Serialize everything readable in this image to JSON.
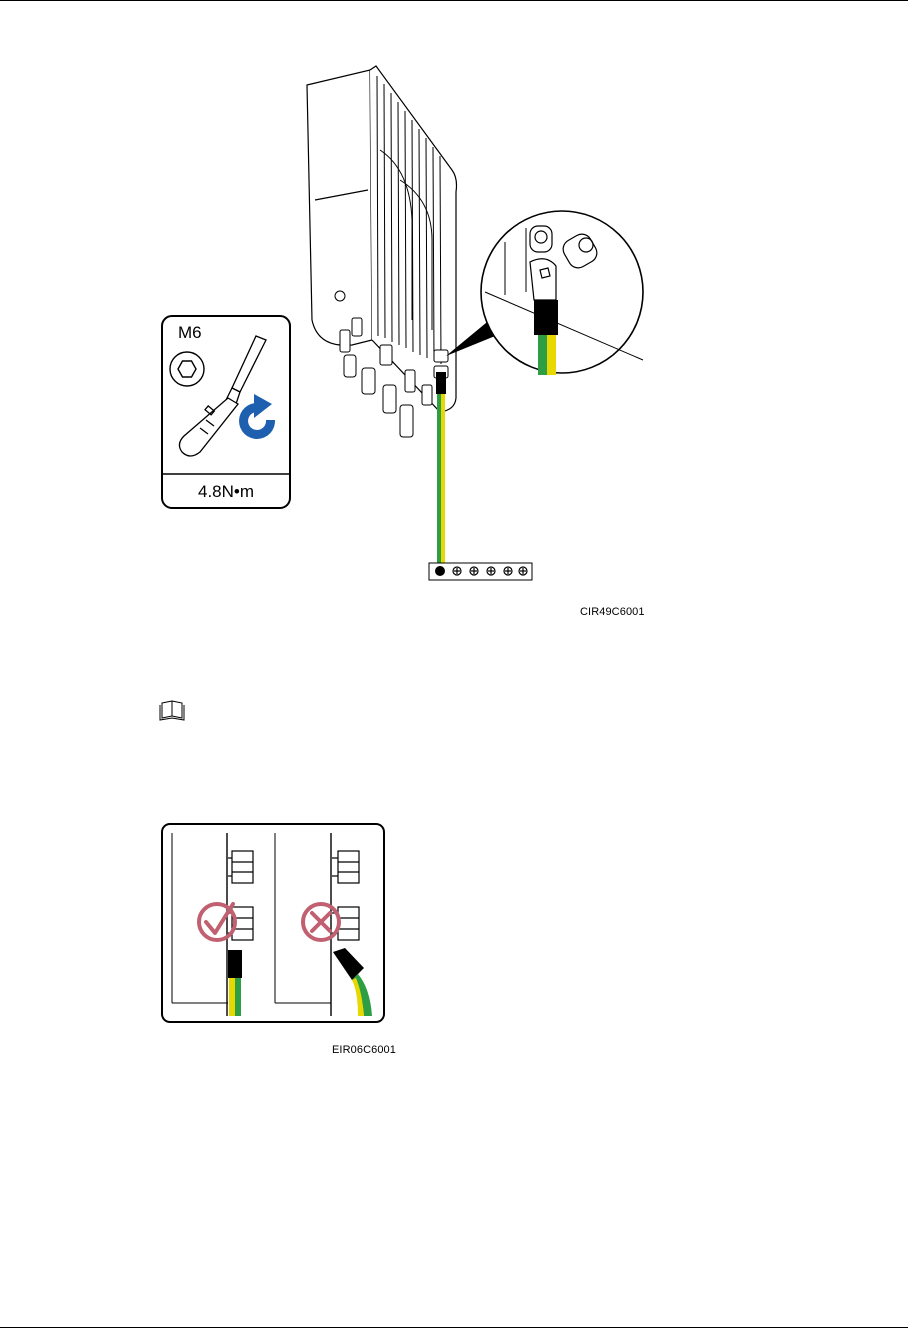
{
  "figure1": {
    "tool_size": "M6",
    "torque": "4.8N•m",
    "code": "CIR49C6001"
  },
  "figure2": {
    "code": "EIR06C6001"
  },
  "icons": {
    "note": "book-icon",
    "hex": "hex-socket-icon",
    "screwdriver": "screwdriver-icon",
    "rotate": "clockwise-arrow-icon",
    "correct": "check-mark-icon",
    "wrong": "cross-mark-icon"
  },
  "colors": {
    "cable_green": "#2e9e44",
    "cable_yellow": "#e6d800",
    "rotate_blue": "#1f5fb0",
    "mark_red": "#c06070"
  }
}
